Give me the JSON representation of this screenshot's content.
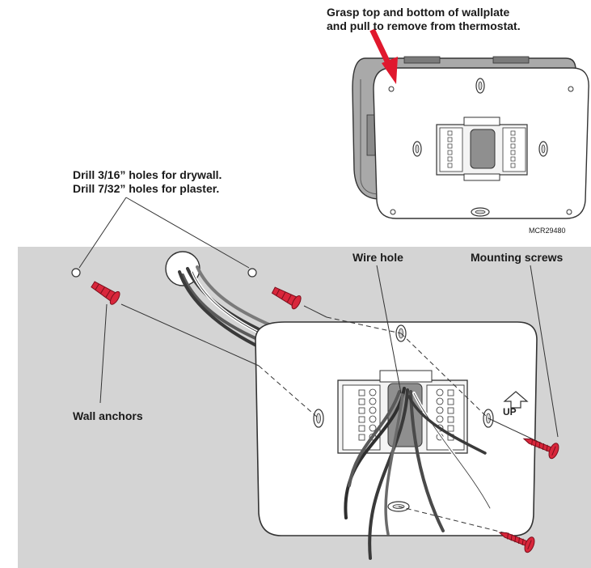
{
  "callouts": {
    "grasp_line1": "Grasp top and bottom of wallplate",
    "grasp_line2": "and pull to remove from thermostat.",
    "drill_line1": "Drill 3/16” holes for drywall.",
    "drill_line2": "Drill 7/32” holes for plaster.",
    "wire_hole": "Wire hole",
    "mounting_screws": "Mounting screws",
    "wall_anchors": "Wall anchors"
  },
  "figure_code": "MCR29480",
  "wallplate_up_marking": "UP",
  "colors": {
    "arrow_red": "#e0182d",
    "anchor_red": "#d9263b",
    "wall_gray": "#d4d4d4",
    "plate_fill": "#ffffff",
    "outline": "#333333",
    "wire_dark": "#3a3a3a"
  },
  "icons": [
    "red-arrow-icon",
    "up-arrow-icon",
    "wall-anchor-icon",
    "mounting-screw-icon"
  ]
}
